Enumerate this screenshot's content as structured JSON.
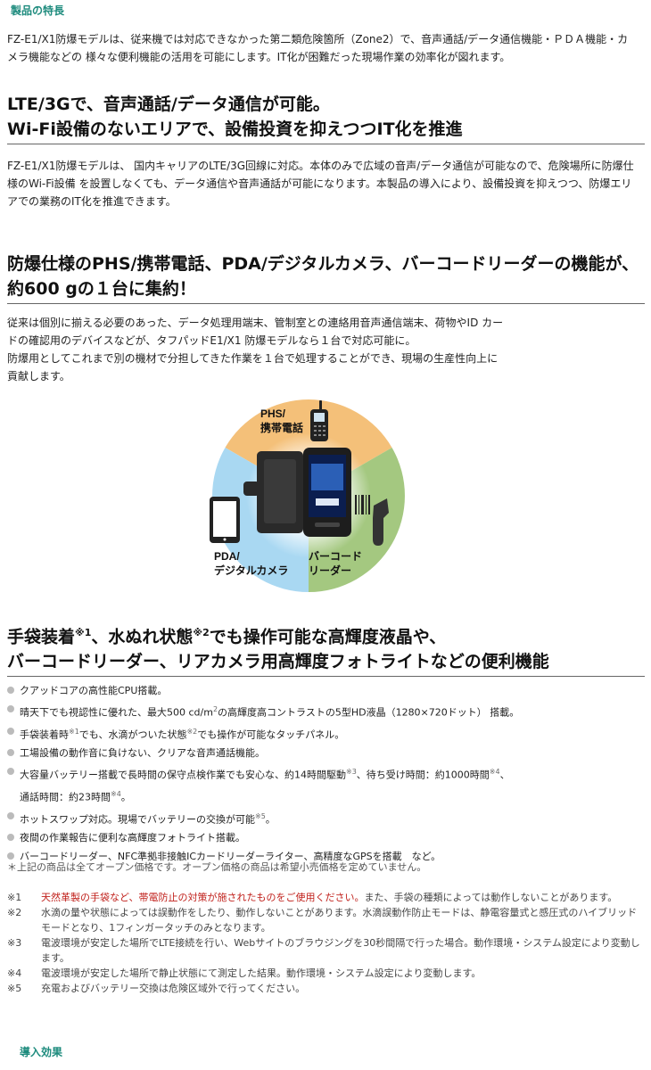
{
  "features_heading": "製品の特長",
  "intro": "FZ-E1/X1防爆モデルは、従来機では対応できなかった第二類危険箇所（Zone2）で、音声通話/データ通信機能・ＰＤＡ機能・カメラ機能などの 様々な便利機能の活用を可能にします。IT化が困難だった現場作業の効率化が図れます。",
  "lte": {
    "heading_line1": "LTE/3Gで、音声通話/データ通信が可能。",
    "heading_line2": "Wi-Fi設備のないエリアで、設備投資を抑えつつIT化を推進",
    "body": "FZ-E1/X1防爆モデルは、 国内キャリアのLTE/3G回線に対応。本体のみで広域の音声/データ通信が可能なので、危険場所に防爆仕様のWi-Fi設備 を設置しなくても、データ通信や音声通話が可能になります。本製品の導入により、設備投資を抑えつつ、防爆エリアでの業務のIT化を推進できます。"
  },
  "multi": {
    "heading_line1": "防爆仕様のPHS/携帯電話、PDA/デジタルカメラ、バーコードリーダーの機能が、",
    "heading_line2": "約600 gの１台に集約！",
    "body1": "従来は個別に揃える必要のあった、データ処理用端末、管制室との連絡用音声通信端末、荷物やID カードの確認用のデバイスなどが、タフパッドE1/X1 防爆モデルなら１台で対応可能に。",
    "body2": "防爆用としてこれまで別の機材で分担してきた作業を１台で処理することができ、現場の生産性向上に貢献します。"
  },
  "diagram": {
    "phs_line1": "PHS/",
    "phs_line2": "携帯電話",
    "pda_line1": "PDA/",
    "pda_line2": "デジタルカメラ",
    "barcode_line1": "バーコード",
    "barcode_line2": "リーダー",
    "color_orange": "#f4c079",
    "color_blue": "#a9d8f2",
    "color_green": "#a4c880"
  },
  "glove": {
    "heading_a": "手袋装着",
    "heading_a_sup": "※1",
    "heading_b": "、水ぬれ状態",
    "heading_b_sup": "※2",
    "heading_c": "でも操作可能な高輝度液晶や、",
    "heading_line2": "バーコードリーダー、リアカメラ用高輝度フォトライトなどの便利機能"
  },
  "features": {
    "f1": "クアッドコアの高性能CPU搭載。",
    "f2a": "晴天下でも視認性に優れた、最大500 cd/m",
    "f2sup": "2",
    "f2b": "の高輝度高コントラストの5型HD液晶（1280×720ドット） 搭載。",
    "f3a": "手袋装着時",
    "f3sup1": "※1",
    "f3b": "でも、水滴がついた状態",
    "f3sup2": "※2",
    "f3c": "でも操作が可能なタッチパネル。",
    "f4": "工場設備の動作音に負けない、クリアな音声通話機能。",
    "f5a": "大容量バッテリー搭載で長時間の保守点検作業でも安心な、約14時間駆動",
    "f5sup1": "※3",
    "f5b": "、待ち受け時間：約1000時間",
    "f5sup2": "※4",
    "f5c": "、",
    "f5d": "通話時間：約23時間",
    "f5sup3": "※4",
    "f5e": "。",
    "f6a": "ホットスワップ対応。現場でバッテリーの交換が可能",
    "f6sup": "※5",
    "f6b": "。",
    "f7": "夜間の作業報告に便利な高輝度フォトライト搭載。",
    "f8": "バーコードリーダー、NFC準拠非接触ICカードリーダーライター、高精度なGPSを搭載　など。"
  },
  "price_note": "＊上記の商品は全てオープン価格です。オープン価格の商品は希望小売価格を定めていません。",
  "notes": {
    "n1_mark": "※1",
    "n1_red": "天然革製の手袋など、帯電防止の対策が施されたものをご使用ください。",
    "n1_rest": "また、手袋の種類によっては動作しないことがあります。",
    "n2_mark": "※2",
    "n2": "水滴の量や状態によっては誤動作をしたり、動作しないことがあります。水滴誤動作防止モードは、静電容量式と感圧式のハイブリッドモードとなり、1フィンガータッチのみとなります。",
    "n3_mark": "※3",
    "n3": "電波環境が安定した場所でLTE接続を行い、Webサイトのブラウジングを30秒間隔で行った場合。動作環境・システム設定により変動します。",
    "n4_mark": "※4",
    "n4": "電波環境が安定した場所で静止状態にて測定した結果。動作環境・システム設定により変動します。",
    "n5_mark": "※5",
    "n5": "充電およびバッテリー交換は危険区域外で行ってください。"
  },
  "effects_heading": "導入効果"
}
